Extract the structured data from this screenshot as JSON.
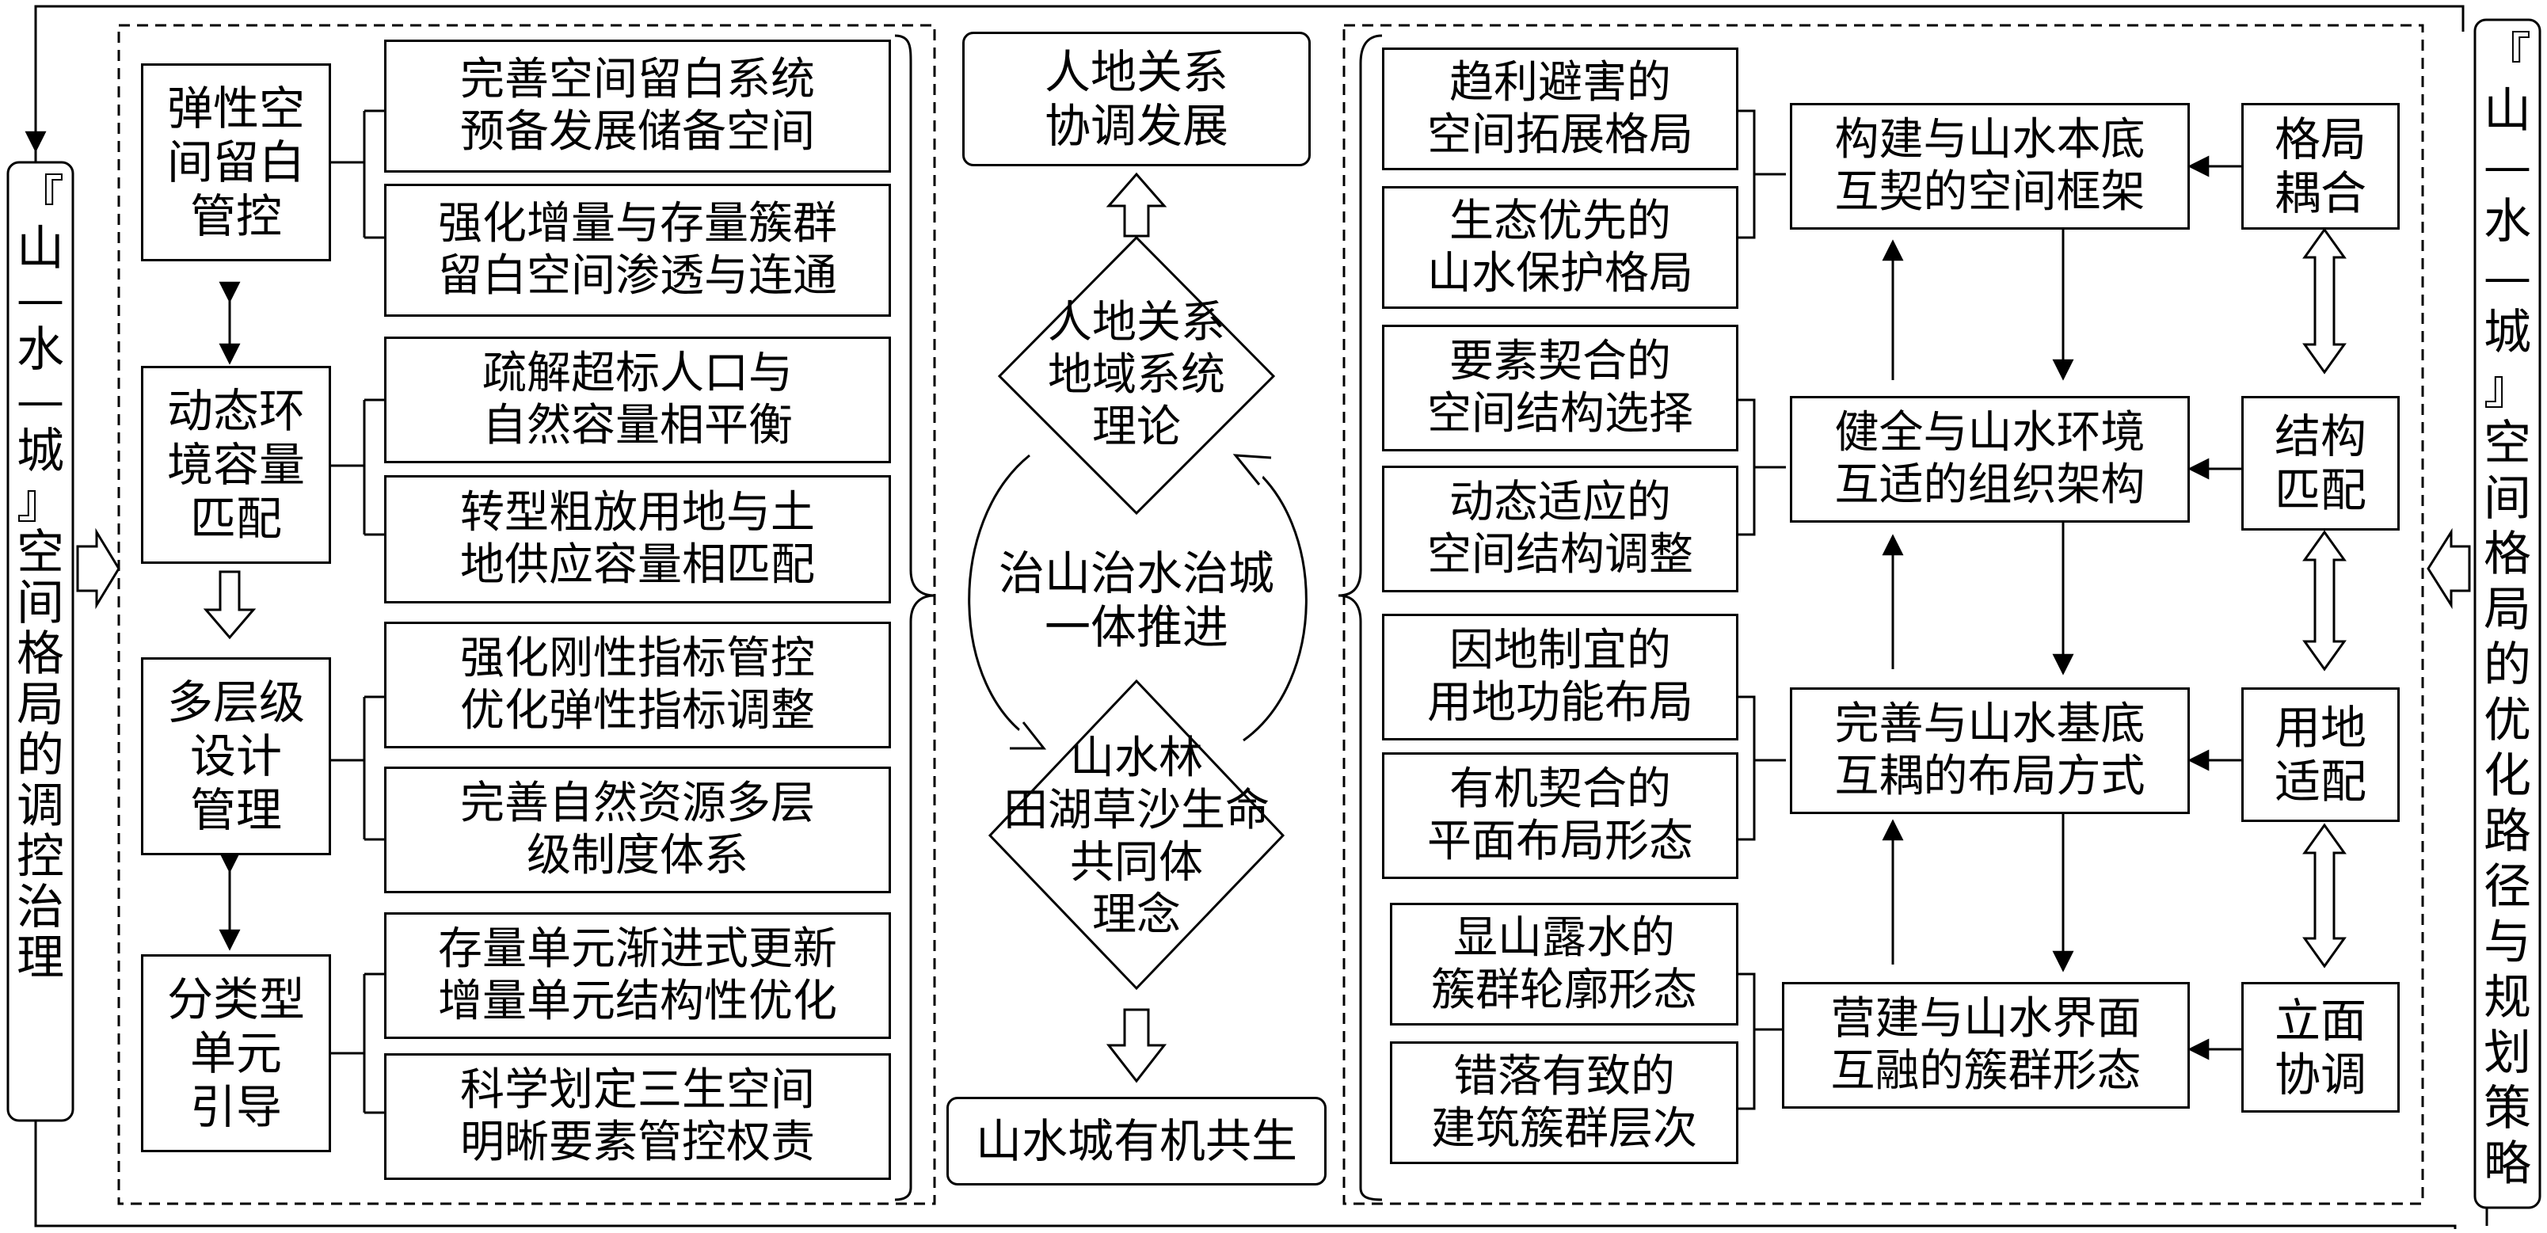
{
  "left_side": {
    "vertical_title": [
      "『",
      "山",
      "—",
      "水",
      "—",
      "城",
      "』",
      "空",
      "间",
      "格",
      "局",
      "的",
      "调",
      "控",
      "治",
      "理"
    ]
  },
  "right_side": {
    "vertical_title": [
      "『",
      "山",
      "—",
      "水",
      "—",
      "城",
      "』",
      "空",
      "间",
      "格",
      "局",
      "的",
      "优",
      "化",
      "路",
      "径",
      "与",
      "规",
      "划",
      "策",
      "略"
    ]
  },
  "left_panel": {
    "categories": [
      {
        "label": [
          "弹性空",
          "间留白",
          "管控"
        ],
        "items": [
          [
            "完善空间留白系统",
            "预备发展储备空间"
          ],
          [
            "强化增量与存量簇群",
            "留白空间渗透与连通"
          ]
        ]
      },
      {
        "label": [
          "动态环",
          "境容量",
          "匹配"
        ],
        "items": [
          [
            "疏解超标人口与",
            "自然容量相平衡"
          ],
          [
            "转型粗放用地与土",
            "地供应容量相匹配"
          ]
        ]
      },
      {
        "label": [
          "多层级",
          "设计",
          "管理"
        ],
        "items": [
          [
            "强化刚性指标管控",
            "优化弹性指标调整"
          ],
          [
            "完善自然资源多层",
            "级制度体系"
          ]
        ]
      },
      {
        "label": [
          "分类型",
          "单元",
          "引导"
        ],
        "items": [
          [
            "存量单元渐进式更新",
            "增量单元结构性优化"
          ],
          [
            "科学划定三生空间",
            "明晰要素管控权责"
          ]
        ]
      }
    ]
  },
  "center": {
    "top_box": [
      "人地关系",
      "协调发展"
    ],
    "diamond_top": [
      "人地关系",
      "地域系统",
      "理论"
    ],
    "cycle_text": [
      "治山治水治城",
      "一体推进"
    ],
    "diamond_bottom": [
      "山水林",
      "田湖草沙生命",
      "共同体",
      "理念"
    ],
    "bottom_box": [
      "山水城有机共生"
    ]
  },
  "right_panel": {
    "rows": [
      {
        "items": [
          [
            "趋利避害的",
            "空间拓展格局"
          ],
          [
            "生态优先的",
            "山水保护格局"
          ]
        ],
        "middle": [
          "构建与山水本底",
          "互契的空间框架"
        ],
        "key": [
          "格局",
          "耦合"
        ]
      },
      {
        "items": [
          [
            "要素契合的",
            "空间结构选择"
          ],
          [
            "动态适应的",
            "空间结构调整"
          ]
        ],
        "middle": [
          "健全与山水环境",
          "互适的组织架构"
        ],
        "key": [
          "结构",
          "匹配"
        ]
      },
      {
        "items": [
          [
            "因地制宜的",
            "用地功能布局"
          ],
          [
            "有机契合的",
            "平面布局形态"
          ]
        ],
        "middle": [
          "完善与山水基底",
          "互耦的布局方式"
        ],
        "key": [
          "用地",
          "适配"
        ]
      },
      {
        "items": [
          [
            "显山露水的",
            "簇群轮廓形态"
          ],
          [
            "错落有致的",
            "建筑簇群层次"
          ]
        ],
        "middle": [
          "营建与山水界面",
          "互融的簇群形态"
        ],
        "key": [
          "立面",
          "协调"
        ]
      }
    ]
  }
}
